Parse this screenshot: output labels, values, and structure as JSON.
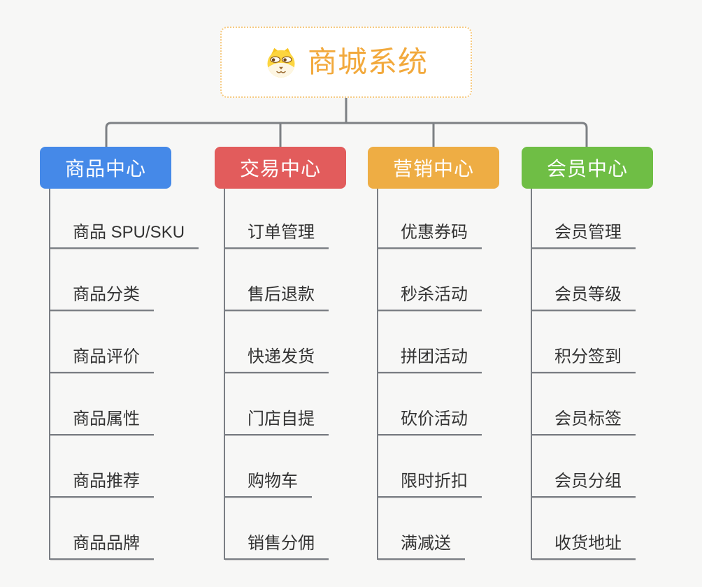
{
  "root": {
    "title": "商城系统",
    "icon": "dog-mascot-icon"
  },
  "branches": [
    {
      "label": "商品中心",
      "color": "#4589e8",
      "children": [
        "商品 SPU/SKU",
        "商品分类",
        "商品评价",
        "商品属性",
        "商品推荐",
        "商品品牌"
      ]
    },
    {
      "label": "交易中心",
      "color": "#e25c5c",
      "children": [
        "订单管理",
        "售后退款",
        "快递发货",
        "门店自提",
        "购物车",
        "销售分佣"
      ]
    },
    {
      "label": "营销中心",
      "color": "#eead44",
      "children": [
        "优惠券码",
        "秒杀活动",
        "拼团活动",
        "砍价活动",
        "限时折扣",
        "满减送"
      ]
    },
    {
      "label": "会员中心",
      "color": "#6fbe45",
      "children": [
        "会员管理",
        "会员等级",
        "积分签到",
        "会员标签",
        "会员分组",
        "收货地址"
      ]
    }
  ],
  "colors": {
    "background": "#f7f7f6",
    "connector": "#7d8084",
    "leaf_line": "#7a7e84",
    "root_border": "#f6ca81",
    "root_text": "#f2a93c",
    "leaf_text": "#333333",
    "header_text": "#ffffff"
  }
}
